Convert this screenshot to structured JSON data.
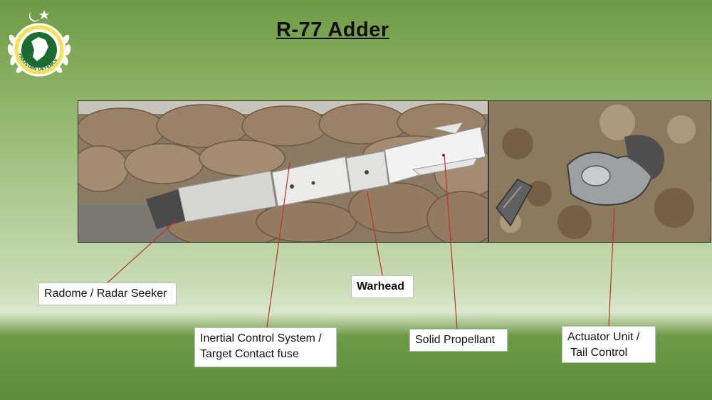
{
  "title": "R-77 Adder",
  "logo": {
    "text": "PAKISTAN DEFENCE",
    "icon": "pakistan-defence-emblem-icon"
  },
  "photos": {
    "main": {
      "subject": "missile-fragments-on-sandbags"
    },
    "debris": {
      "subject": "actuator-debris-in-soil"
    }
  },
  "labels": {
    "radome": "Radome / Radar Seeker",
    "warhead": "Warhead",
    "ics_line1": "Inertial Control System /",
    "ics_line2": "Target Contact fuse",
    "propellant": "Solid Propellant",
    "actuator_line1": "Actuator Unit /",
    "actuator_line2": " Tail Control"
  },
  "colors": {
    "leader_line": "#c0302a",
    "background_top": "#6e9a45",
    "background_band": "#dbe8cf"
  }
}
